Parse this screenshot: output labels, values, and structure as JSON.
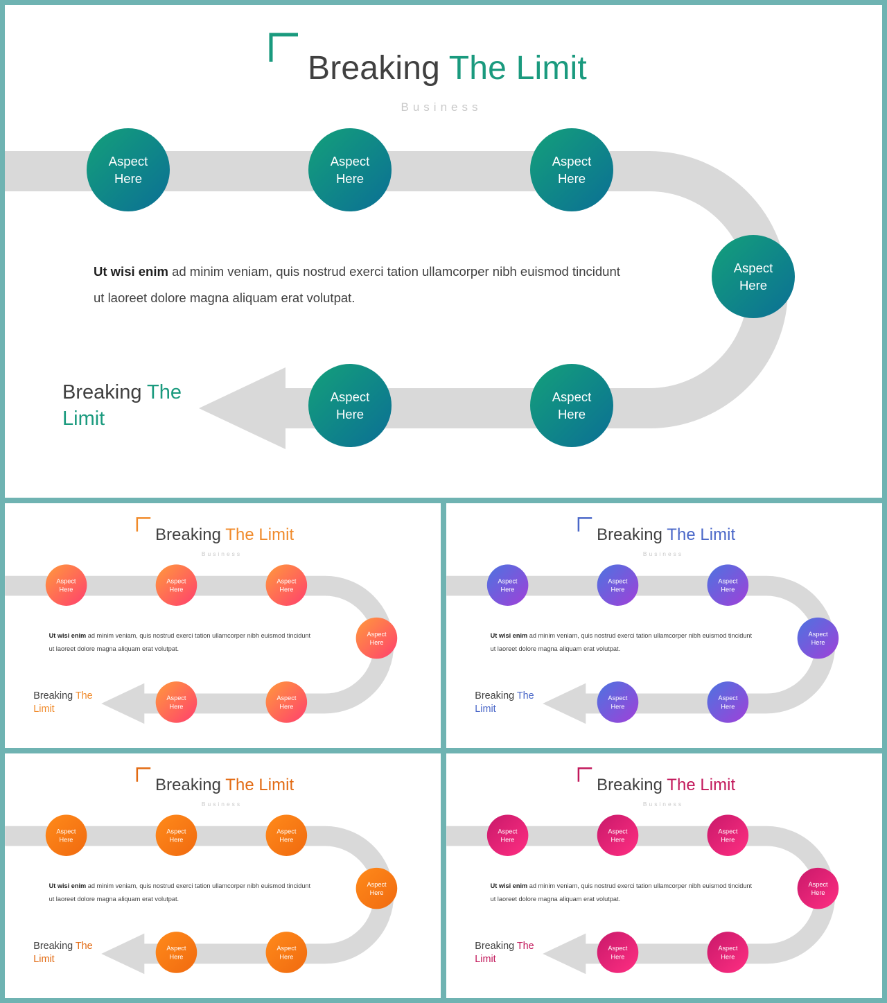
{
  "diagram": {
    "title_lead": "Breaking",
    "title_accent": "The Limit",
    "subtitle": "Business",
    "body_bold": "Ut wisi enim",
    "body_rest": "ad minim veniam, quis nostrud exerci tation ullamcorper nibh euismod tincidunt ut laoreet dolore magna aliquam erat volutpat.",
    "side_lead": "Breaking",
    "side_accent": "The",
    "side_line2": "Limit",
    "steps": [
      {
        "line1": "Aspect",
        "line2": "Here"
      },
      {
        "line1": "Aspect",
        "line2": "Here"
      },
      {
        "line1": "Aspect",
        "line2": "Here"
      },
      {
        "line1": "Aspect",
        "line2": "Here"
      },
      {
        "line1": "Aspect",
        "line2": "Here"
      },
      {
        "line1": "Aspect",
        "line2": "Here"
      }
    ]
  },
  "themes": [
    {
      "name": "teal",
      "accent": "#1a9a7e",
      "grad_start": "#14a07a",
      "grad_end": "#0b6f95"
    },
    {
      "name": "coral",
      "accent": "#f08a2a",
      "grad_start": "#ff9a3c",
      "grad_end": "#ff3f6e"
    },
    {
      "name": "violet",
      "accent": "#4a67c8",
      "grad_start": "#4c74e0",
      "grad_end": "#a040d8"
    },
    {
      "name": "orange",
      "accent": "#e26a12",
      "grad_start": "#ff8a1a",
      "grad_end": "#f06a10"
    },
    {
      "name": "magenta",
      "accent": "#c2185b",
      "grad_start": "#c8196a",
      "grad_end": "#ff2e82"
    }
  ],
  "colors": {
    "frame": "#6fb3b2",
    "track": "#d9d9d9",
    "text": "#404040",
    "subtitle": "#c9c9c9"
  }
}
